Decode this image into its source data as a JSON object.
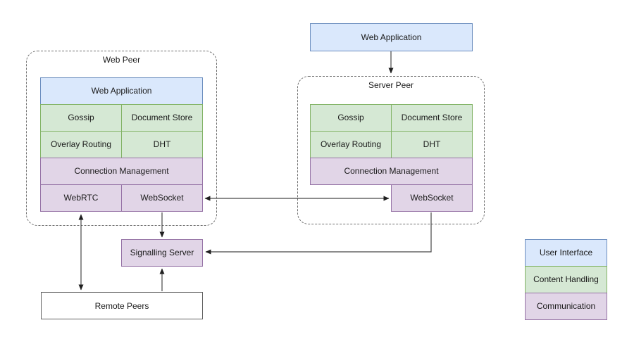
{
  "web_peer": {
    "title": "Web Peer",
    "web_application": "Web Application",
    "gossip": "Gossip",
    "document_store": "Document Store",
    "overlay_routing": "Overlay Routing",
    "dht": "DHT",
    "connection_management": "Connection Management",
    "webrtc": "WebRTC",
    "websocket": "WebSocket"
  },
  "server_peer": {
    "title": "Server Peer",
    "gossip": "Gossip",
    "document_store": "Document Store",
    "overlay_routing": "Overlay Routing",
    "dht": "DHT",
    "connection_management": "Connection Management",
    "websocket": "WebSocket"
  },
  "nodes": {
    "server_web_application": "Web Application",
    "signalling_server": "Signalling Server",
    "remote_peers": "Remote Peers"
  },
  "legend": {
    "items": [
      {
        "label": "User Interface",
        "fill": "#dae8fc",
        "border": "#6c8ebf"
      },
      {
        "label": "Content Handling",
        "fill": "#d5e8d4",
        "border": "#82b366"
      },
      {
        "label": "Communication",
        "fill": "#e1d5e7",
        "border": "#9673a6"
      }
    ]
  },
  "colors": {
    "user_interface_fill": "#dae8fc",
    "user_interface_border": "#6c8ebf",
    "content_handling_fill": "#d5e8d4",
    "content_handling_border": "#82b366",
    "communication_fill": "#e1d5e7",
    "communication_border": "#9673a6",
    "neutral_border": "#616161",
    "dashed_border": "#6e6e6e",
    "arrow": "#474747",
    "background": "#ffffff"
  }
}
